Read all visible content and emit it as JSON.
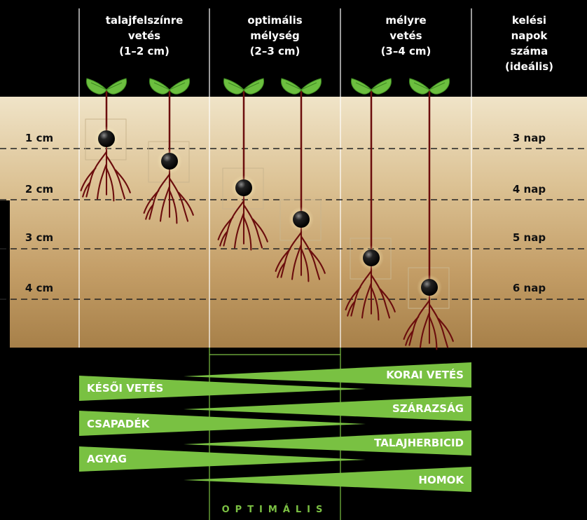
{
  "columns": {
    "surface": "talajfelszínre\nvetés\n(1–2 cm)",
    "optimal": "optimális\nmélység\n(2–3 cm)",
    "deep": "mélyre\nvetés\n(3–4 cm)",
    "days": "kelési\nnapok\nszáma\n(ideális)"
  },
  "depths": [
    "1 cm",
    "2 cm",
    "3 cm",
    "4 cm"
  ],
  "emergence_days": [
    "3 nap",
    "4 nap",
    "5 nap",
    "6 nap"
  ],
  "factors_left": [
    "KÉSŐI VETÉS",
    "CSAPADÉK",
    "AGYAG"
  ],
  "factors_right": [
    "KORAI VETÉS",
    "SZÁRAZSÁG",
    "TALAJHERBICID",
    "HOMOK"
  ],
  "optimal_label": "OPTIMÁLIS",
  "colors": {
    "header_bg": "#000000",
    "soil_top": "#efe2c4",
    "soil_bottom": "#a9824e",
    "leaf": "#6cbf3f",
    "stem": "#6b0d0d",
    "wedge": "#79c142",
    "seed": "#111111",
    "dashed": "#222222"
  },
  "icons": {
    "seed": "seed-icon",
    "seedling": "seedling-icon",
    "root": "root-icon"
  }
}
